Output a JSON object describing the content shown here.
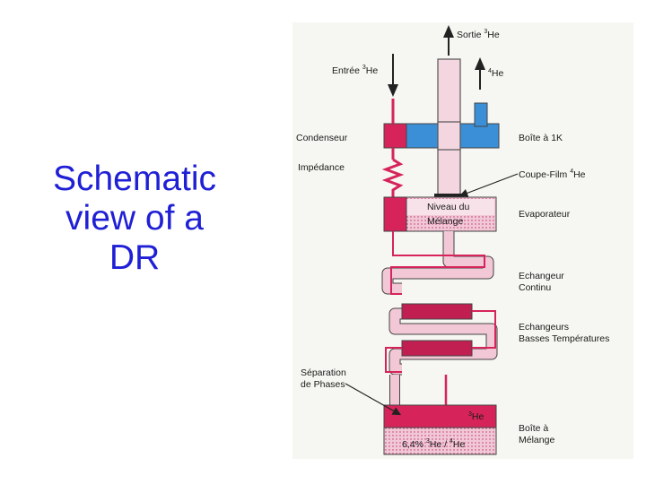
{
  "slide": {
    "title_lines": [
      "Schematic",
      "view of a",
      "DR"
    ]
  },
  "diagram": {
    "labels": {
      "outlet_base": "Sortie ",
      "outlet_sup": "3",
      "outlet_el": "He",
      "inlet_base": "Entrée ",
      "inlet_sup": "3",
      "inlet_el": "He",
      "he4_sup": "4",
      "he4_el": "He",
      "condenser": "Condenseur",
      "onek_pot": "Boîte à 1K",
      "impedance": "Impédance",
      "film_breaker_base": "Coupe-Film ",
      "film_breaker_sup": "4",
      "film_breaker_el": "He",
      "mixture_level_1": "Niveau du",
      "mixture_level_2": "Mélange",
      "evaporator": "Evaporateur",
      "continuous_exchanger_1": "Echangeur",
      "continuous_exchanger_2": "Continu",
      "low_temp_exchangers_1": "Echangeurs",
      "low_temp_exchangers_2": "Basses Températures",
      "phase_separation_1": "Séparation",
      "phase_separation_2": "de Phases",
      "mc_phase_sup": "3",
      "mc_phase_el": "He",
      "mixing_chamber_1": "Boîte à",
      "mixing_chamber_2": "Mélange",
      "concentration_value": "6,4% ",
      "conc_sup1": "3",
      "conc_el1": "He",
      "conc_sep": " / ",
      "conc_sup2": "4",
      "conc_el2": "He"
    },
    "colors": {
      "concentrated_3he": "#d6245a",
      "dilute_phase": "#f2c8d6",
      "onek_pot": "#3b8fd6",
      "dilute_dots": "#b7346a",
      "outline": "#333333"
    }
  }
}
